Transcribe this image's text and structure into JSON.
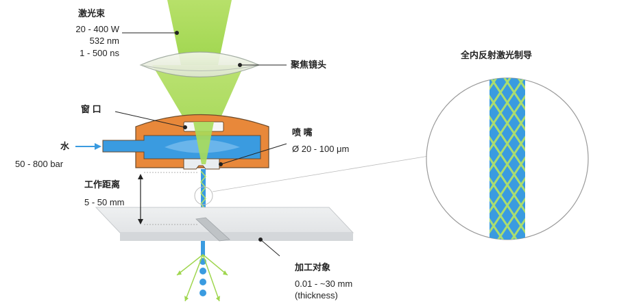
{
  "laser": {
    "title": "激光束",
    "power": "20 - 400 W",
    "wavelength": "532 nm",
    "pulse": "1 - 500 ns"
  },
  "lens": {
    "label": "聚焦镜头"
  },
  "window": {
    "label": "窗 口"
  },
  "water": {
    "label": "水",
    "pressure": "50 - 800 bar"
  },
  "nozzle": {
    "label": "喷 嘴",
    "diameter": "Ø 20 - 100 μm"
  },
  "working_distance": {
    "label": "工作距离",
    "range": "5 - 50 mm"
  },
  "workpiece": {
    "label": "加工对象",
    "thickness": "0.01 - ~30 mm",
    "note": "(thickness)"
  },
  "inset": {
    "title": "全内反射激光制导"
  },
  "colors": {
    "beam": "#a8dc5a",
    "water": "#3a9be0",
    "housing": "#e8883a",
    "housing_outline": "#6b4a2a",
    "plate": "#e6e8ea"
  }
}
